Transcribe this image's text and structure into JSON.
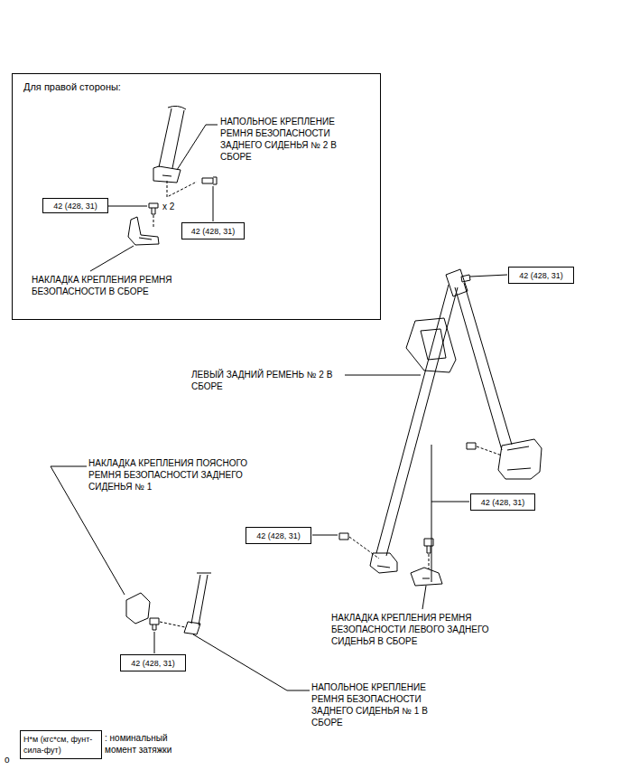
{
  "diagram": {
    "nodes": [
      {
        "text": [
          "Для правой стороны:"
        ]
      },
      {
        "text": [
          "42 (428, 31)"
        ],
        "in": 0
      },
      {
        "text": [
          "42 (428, 31)"
        ],
        "in": 0
      },
      {
        "text": [
          "42 (428, 31)"
        ]
      },
      {
        "text": [
          "42 (428, 31)"
        ]
      },
      {
        "text": [
          "42 (428, 31)"
        ]
      },
      {
        "text": [
          "42 (428, 31)"
        ]
      },
      {
        "text": [
          "Н*м (кгс*см, фунт-сила-фут)"
        ]
      }
    ],
    "labels": [
      "НАПОЛЬНОЕ КРЕПЛЕНИЕ РЕМНЯ БЕЗОПАСНОСТИ ЗАДНЕГО СИДЕНЬЯ № 2 В СБОРЕ",
      "x 2",
      "НАКЛАДКА КРЕПЛЕНИЯ РЕМНЯ БЕЗОПАСНОСТИ В СБОРЕ",
      "ЛЕВЫЙ ЗАДНИЙ РЕМЕНЬ № 2 В СБОРЕ",
      "НАКЛАДКА КРЕПЛЕНИЯ ПОЯСНОГО РЕМНЯ БЕЗОПАСНОСТИ ЗАДНЕГО СИДЕНЬЯ № 1",
      "НАКЛАДКА КРЕПЛЕНИЯ РЕМНЯ БЕЗОПАСНОСТИ ЛЕВОГО ЗАДНЕГО СИДЕНЬЯ В СБОРЕ",
      "НАПОЛЬНОЕ КРЕПЛЕНИЕ РЕМНЯ БЕЗОПАСНОСТИ ЗАДНЕГО СИДЕНЬЯ № 1 В СБОРЕ",
      ": номинальный момент затяжки",
      "o"
    ]
  }
}
